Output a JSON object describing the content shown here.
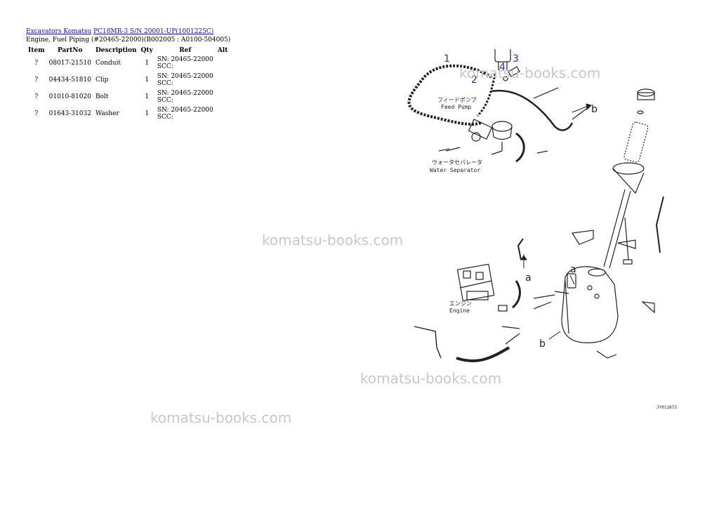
{
  "breadcrumb": {
    "link1": "Excavators Komatsu",
    "link2": "PC18MR-3 S/N 20001-UP(1001225C)"
  },
  "subtitle": "Engine, Fuel Piping (#20465-22000)(B002005 : A0100-504005)",
  "table": {
    "headers": [
      "Item",
      "PartNo",
      "Description",
      "Qty",
      "Ref",
      "Alt"
    ],
    "rows": [
      {
        "item": "?",
        "partno": "08017-21510",
        "desc": "Conduit",
        "qty": "1",
        "ref1": "SN: 20465-22000",
        "ref2": "SCC:"
      },
      {
        "item": "?",
        "partno": "04434-51810",
        "desc": "Clip",
        "qty": "1",
        "ref1": "SN: 20465-22000",
        "ref2": "SCC:"
      },
      {
        "item": "?",
        "partno": "01010-81020",
        "desc": "Bolt",
        "qty": "1",
        "ref1": "SN: 20465-22000",
        "ref2": "SCC:"
      },
      {
        "item": "?",
        "partno": "01643-31032",
        "desc": "Washer",
        "qty": "1",
        "ref1": "SN: 20465-22000",
        "ref2": "SCC:"
      }
    ]
  },
  "watermark": "komatsu-books.com",
  "diagram": {
    "callouts": [
      "1",
      "2",
      "3",
      "4"
    ],
    "feed_pump_jp": "フィードポンプ",
    "feed_pump": "Feed Pump",
    "water_sep_jp": "ウォータセパレータ",
    "water_sep": "Water Separator",
    "engine_jp": "エンジン",
    "engine": "Engine",
    "ref_a": "a",
    "ref_b": "b",
    "drawing_code": "JY011873"
  }
}
